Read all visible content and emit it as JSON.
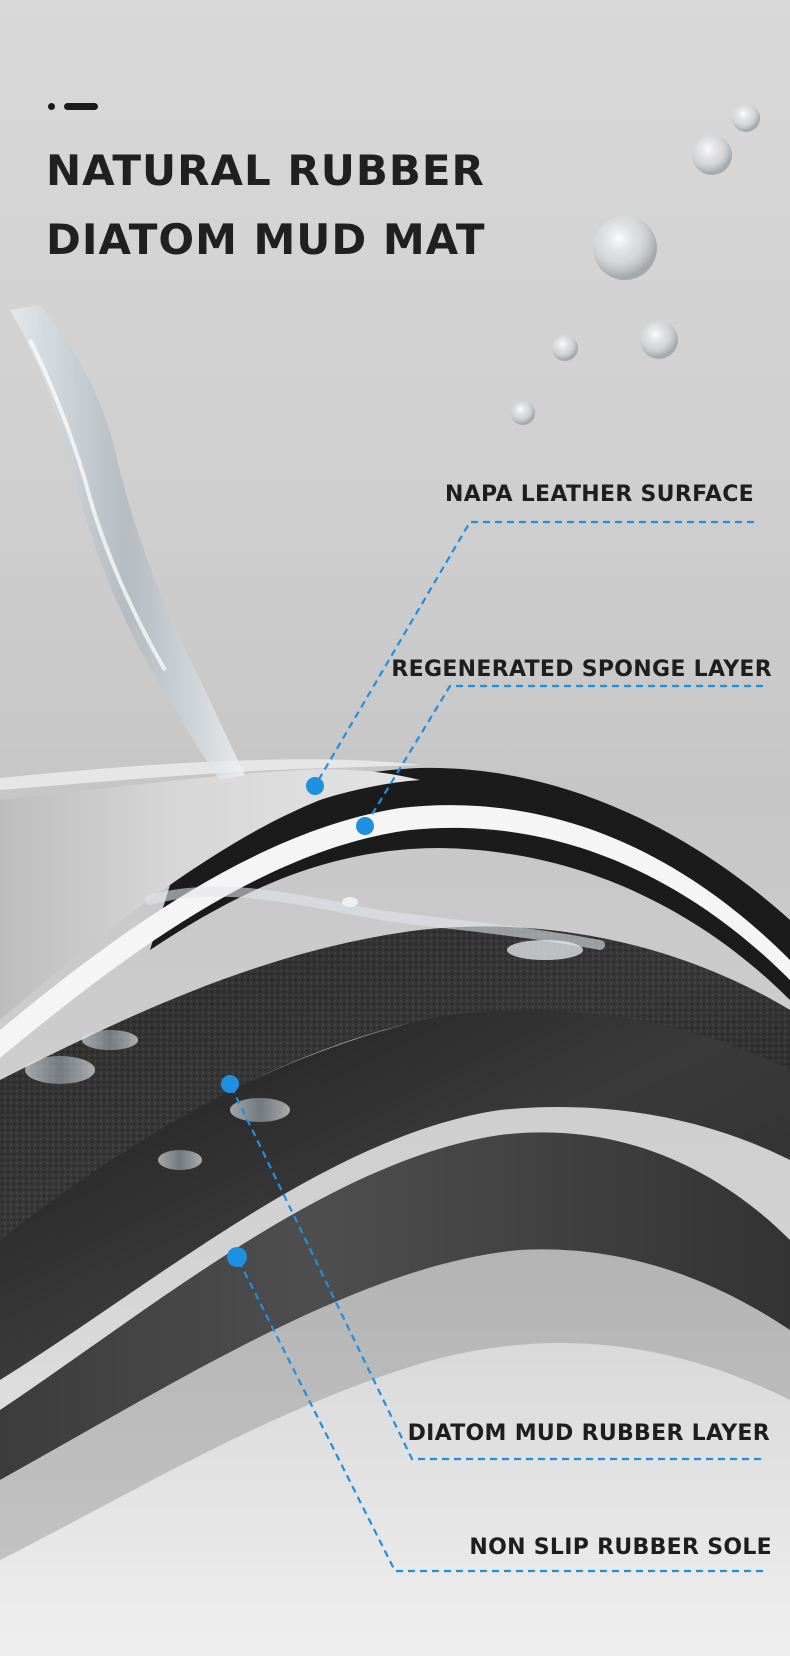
{
  "title": {
    "line1": "NATURAL RUBBER",
    "line2": "DIATOM MUD MAT"
  },
  "layers": [
    {
      "label": "NAPA LEATHER SURFACE"
    },
    {
      "label": "REGENERATED SPONGE LAYER"
    },
    {
      "label": "DIATOM MUD RUBBER LAYER"
    },
    {
      "label": "NON SLIP RUBBER SOLE"
    }
  ],
  "colors": {
    "accent_blue": "#1f8fe0",
    "title_text": "#202020"
  }
}
